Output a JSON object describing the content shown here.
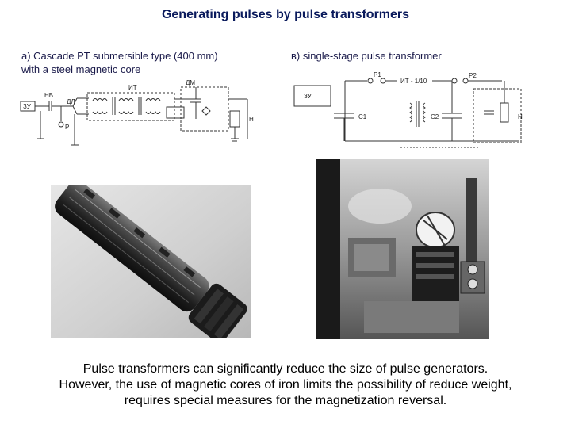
{
  "slide": {
    "title": "Generating pulses by pulse transformers",
    "panel_a": {
      "caption_line1": "a)  Cascade PT submersible type (400 mm)",
      "caption_line2": "with a steel magnetic core",
      "schematic_labels": {
        "zu": "ЗУ",
        "nb": "НБ",
        "dl": "ДЛ",
        "it": "ИТ",
        "dm": "ДМ",
        "p": "Р",
        "n": "Н"
      }
    },
    "panel_b": {
      "caption": "в) single-stage pulse transformer",
      "schematic_labels": {
        "zu": "ЗУ",
        "r1": "Р1",
        "r2": "Р2",
        "pt": "ИТ - 1/10",
        "c1": "С1",
        "c2": "С2",
        "n": "Н"
      }
    },
    "description": {
      "line1": "Pulse transformers can significantly reduce the size of pulse generators.",
      "line2": "However, the use of magnetic cores of iron limits the possibility of reduce weight,",
      "line3": "requires special measures for the magnetization reversal."
    },
    "colors": {
      "title": "#0a1a5c",
      "caption": "#1a1a4a",
      "text": "#000000"
    }
  }
}
